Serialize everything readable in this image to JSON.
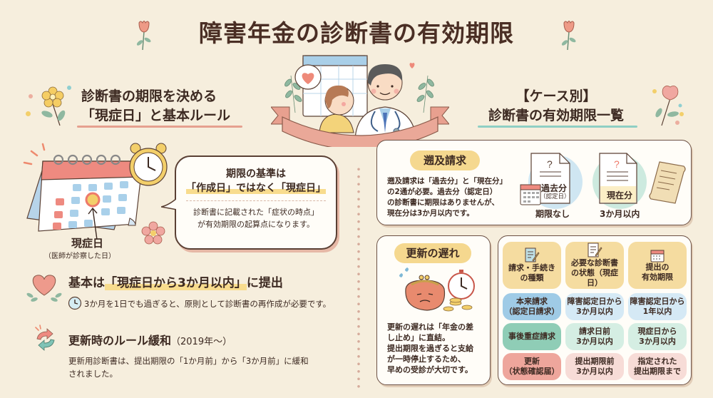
{
  "title": "障害年金の診断書の有効期限",
  "left": {
    "heading_line1": "診断書の期限を決める",
    "heading_line2": "「現症日」と基本ルール",
    "calendar_label": "現症日",
    "calendar_sublabel": "（医師が診察した日）",
    "bubble": {
      "line1": "期限の基準は",
      "line2": "「作成日」ではなく「現症日」",
      "desc_line1": "診断書に記載された「症状の時点」",
      "desc_line2": "が有効期限の起算点になります。"
    },
    "rule1": {
      "title_pre": "基本は",
      "title_hl": "「現症日から3か月以内」",
      "title_post": "に提出",
      "note": "3か月を1日でも過ぎると、原則として診断書の再作成が必要です。"
    },
    "rule2": {
      "title": "更新時のルール緩和",
      "title_suffix": "（2019年～）",
      "desc_line1": "更新用診断書は、提出期限の「1か月前」から「3か月前」に緩和",
      "desc_line2": "されました。"
    }
  },
  "right": {
    "heading_line1": "【ケース別】",
    "heading_line2": "診断書の有効期限一覧",
    "retro": {
      "badge": "遡及請求",
      "desc": [
        "遡及請求は「過去分」と「現在分」",
        "の2通が必要。過去分（認定日）",
        "の診断書に期限はありませんが、",
        "現在分は3か月以内です。"
      ],
      "doc_past": {
        "label": "過去分",
        "sub": "（認定日）",
        "caption": "期限なし"
      },
      "doc_now": {
        "label": "現在分",
        "caption": "3か月以内"
      }
    },
    "late": {
      "badge": "更新の遅れ",
      "desc": [
        "更新の遅れは「年金の差",
        "し止め」に直結。",
        "提出期限を過ぎると支給",
        "が一時停止するため、",
        "早めの受診が大切です。"
      ]
    },
    "table": {
      "headers": [
        {
          "l1": "請求・手続き",
          "l2": "の種類",
          "icon": "document-pen-icon"
        },
        {
          "l1": "必要な診断書",
          "l2": "の状態（現症日）",
          "icon": "document-pen-icon"
        },
        {
          "l1": "提出の",
          "l2": "有効期限",
          "icon": "calendar-icon"
        }
      ],
      "rows": [
        {
          "type_l1": "本来請求",
          "type_l2": "（認定日請求）",
          "state_l1": "障害認定日から",
          "state_l2": "3か月以内",
          "limit_l1": "障害認定日から",
          "limit_l2": "1年以内"
        },
        {
          "type_l1": "事後重症請求",
          "type_l2": "",
          "state_l1": "請求日前",
          "state_l2": "3か月以内",
          "limit_l1": "現症日から",
          "limit_l2": "3か月以内"
        },
        {
          "type_l1": "更新",
          "type_l2": "（状態確認届）",
          "state_l1": "提出期限前",
          "state_l2": "3か月以内",
          "limit_l1": "指定された",
          "limit_l2": "提出期限まで"
        }
      ]
    }
  },
  "colors": {
    "background": "#f6eedd",
    "text": "#3d2a22",
    "accent_pink": "#e8a08f",
    "accent_yellow": "#f5d88f",
    "row1_type": "#9fcbe6",
    "row1_cell": "#d5e9f5",
    "row2_type": "#8fcdb6",
    "row2_cell": "#d5eee3",
    "row3_type": "#eea69c",
    "row3_cell": "#f7dcd7"
  }
}
